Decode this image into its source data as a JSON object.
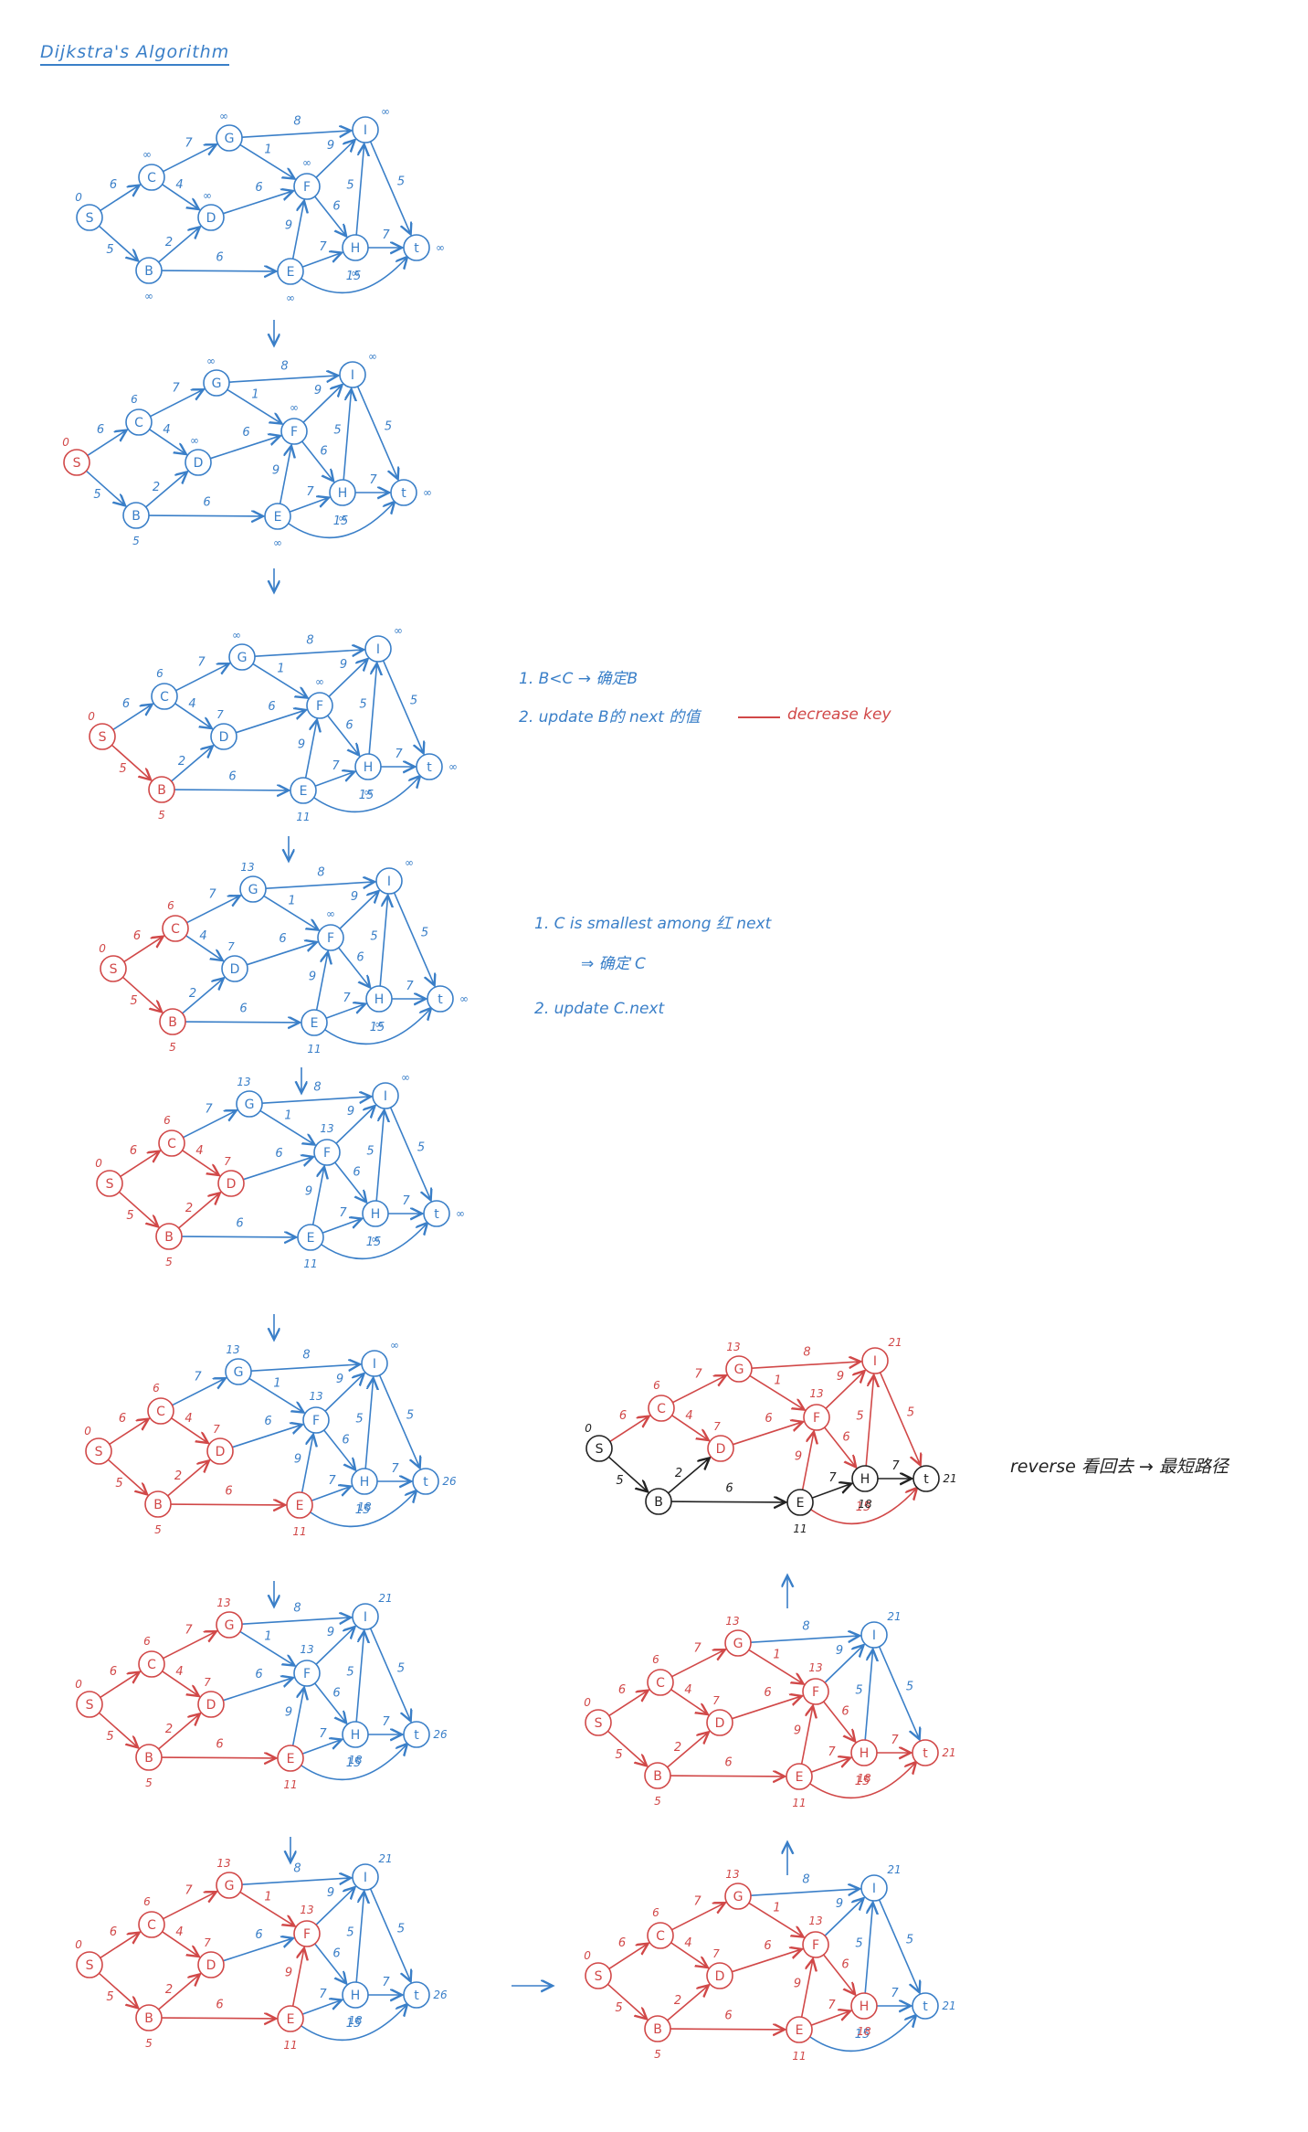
{
  "title": "Dijkstra's Algorithm",
  "colors": {
    "blue": "#3a7fc8",
    "red": "#d14848",
    "black": "#222222"
  },
  "labels": {
    "S": "S",
    "B": "B",
    "C": "C",
    "D": "D",
    "E": "E",
    "F": "F",
    "G": "G",
    "H": "H",
    "I": "I",
    "t": "t"
  },
  "edges": [
    {
      "from": "S",
      "to": "C",
      "w": "6"
    },
    {
      "from": "S",
      "to": "B",
      "w": "5"
    },
    {
      "from": "C",
      "to": "G",
      "w": "7"
    },
    {
      "from": "C",
      "to": "D",
      "w": "4"
    },
    {
      "from": "B",
      "to": "D",
      "w": "2"
    },
    {
      "from": "B",
      "to": "E",
      "w": "6"
    },
    {
      "from": "D",
      "to": "F",
      "w": "6"
    },
    {
      "from": "G",
      "to": "F",
      "w": "1"
    },
    {
      "from": "G",
      "to": "I",
      "w": "8"
    },
    {
      "from": "E",
      "to": "F",
      "w": "9"
    },
    {
      "from": "E",
      "to": "H",
      "w": "7"
    },
    {
      "from": "E",
      "to": "t",
      "w": "15"
    },
    {
      "from": "F",
      "to": "I",
      "w": "9"
    },
    {
      "from": "F",
      "to": "H",
      "w": "6"
    },
    {
      "from": "H",
      "to": "I",
      "w": "5"
    },
    {
      "from": "H",
      "to": "t",
      "w": "7"
    },
    {
      "from": "I",
      "to": "t",
      "w": "5"
    }
  ],
  "steps": [
    {
      "id": "step-1",
      "red_nodes": [],
      "red_edges": [],
      "black_nodes": [],
      "black_edges": [],
      "dist": {
        "S": "0",
        "C": "∞",
        "B": "∞",
        "G": "∞",
        "D": "∞",
        "E": "∞",
        "F": "∞",
        "H": "∞",
        "I": "∞",
        "t": "∞"
      }
    },
    {
      "id": "step-2",
      "red_nodes": [
        "S"
      ],
      "red_edges": [],
      "black_nodes": [],
      "black_edges": [],
      "dist": {
        "S": "0",
        "C": "6",
        "B": "5",
        "G": "∞",
        "D": "∞",
        "E": "∞",
        "F": "∞",
        "H": "∞",
        "I": "∞",
        "t": "∞"
      }
    },
    {
      "id": "step-3",
      "red_nodes": [
        "S",
        "B"
      ],
      "red_edges": [
        "S-B"
      ],
      "black_nodes": [],
      "black_edges": [],
      "dist": {
        "S": "0",
        "C": "6",
        "B": "5",
        "G": "∞",
        "D": "7",
        "E": "11",
        "F": "∞",
        "H": "∞",
        "I": "∞",
        "t": "∞"
      }
    },
    {
      "id": "step-4",
      "red_nodes": [
        "S",
        "B",
        "C"
      ],
      "red_edges": [
        "S-B",
        "S-C"
      ],
      "black_nodes": [],
      "black_edges": [],
      "dist": {
        "S": "0",
        "C": "6",
        "B": "5",
        "G": "13",
        "D": "7",
        "E": "11",
        "F": "∞",
        "H": "∞",
        "I": "∞",
        "t": "∞"
      }
    },
    {
      "id": "step-5",
      "red_nodes": [
        "S",
        "B",
        "C",
        "D"
      ],
      "red_edges": [
        "S-B",
        "S-C",
        "C-D",
        "B-D"
      ],
      "black_nodes": [],
      "black_edges": [],
      "dist": {
        "S": "0",
        "C": "6",
        "B": "5",
        "G": "13",
        "D": "7",
        "E": "11",
        "F": "13",
        "H": "∞",
        "I": "∞",
        "t": "∞"
      }
    },
    {
      "id": "step-6",
      "red_nodes": [
        "S",
        "B",
        "C",
        "D",
        "E"
      ],
      "red_edges": [
        "S-B",
        "S-C",
        "C-D",
        "B-D",
        "B-E"
      ],
      "black_nodes": [],
      "black_edges": [],
      "dist": {
        "S": "0",
        "C": "6",
        "B": "5",
        "G": "13",
        "D": "7",
        "E": "11",
        "F": "13",
        "H": "18",
        "I": "∞",
        "t": "26"
      }
    },
    {
      "id": "step-7",
      "red_nodes": [
        "S",
        "B",
        "C",
        "D",
        "E",
        "G"
      ],
      "red_edges": [
        "S-B",
        "S-C",
        "C-D",
        "B-D",
        "B-E",
        "C-G"
      ],
      "black_nodes": [],
      "black_edges": [],
      "dist": {
        "S": "0",
        "C": "6",
        "B": "5",
        "G": "13",
        "D": "7",
        "E": "11",
        "F": "13",
        "H": "18",
        "I": "21",
        "t": "26"
      }
    },
    {
      "id": "step-8",
      "red_nodes": [
        "S",
        "B",
        "C",
        "D",
        "E",
        "G",
        "F"
      ],
      "red_edges": [
        "S-B",
        "S-C",
        "C-D",
        "B-D",
        "B-E",
        "C-G",
        "G-F",
        "E-F"
      ],
      "black_nodes": [],
      "black_edges": [],
      "dist": {
        "S": "0",
        "C": "6",
        "B": "5",
        "G": "13",
        "D": "7",
        "E": "11",
        "F": "13",
        "H": "18",
        "I": "21",
        "t": "26"
      }
    },
    {
      "id": "step-9",
      "red_nodes": [
        "S",
        "B",
        "C",
        "D",
        "E",
        "G",
        "F",
        "H"
      ],
      "red_edges": [
        "S-B",
        "S-C",
        "C-D",
        "B-D",
        "B-E",
        "C-G",
        "G-F",
        "E-F",
        "D-F",
        "E-H",
        "F-H"
      ],
      "black_nodes": [],
      "black_edges": [],
      "dist": {
        "S": "0",
        "C": "6",
        "B": "5",
        "G": "13",
        "D": "7",
        "E": "11",
        "F": "13",
        "H": "18",
        "I": "21",
        "t": "21"
      }
    },
    {
      "id": "step-10",
      "red_nodes": [
        "S",
        "B",
        "C",
        "D",
        "E",
        "G",
        "F",
        "H",
        "t"
      ],
      "red_edges": [
        "S-B",
        "S-C",
        "C-D",
        "B-D",
        "B-E",
        "C-G",
        "G-F",
        "E-F",
        "D-F",
        "E-H",
        "F-H",
        "H-t",
        "E-t"
      ],
      "black_nodes": [],
      "black_edges": [],
      "dist": {
        "S": "0",
        "C": "6",
        "B": "5",
        "G": "13",
        "D": "7",
        "E": "11",
        "F": "13",
        "H": "18",
        "I": "21",
        "t": "21"
      }
    },
    {
      "id": "step-11",
      "red_nodes": [
        "C",
        "D",
        "F",
        "G",
        "I"
      ],
      "red_edges": [
        "S-C",
        "C-G",
        "C-D",
        "D-F",
        "G-F",
        "G-I",
        "F-I",
        "I-t",
        "E-F",
        "F-H",
        "H-I",
        "E-t"
      ],
      "black_nodes": [
        "S",
        "B",
        "E",
        "H",
        "t"
      ],
      "black_edges": [
        "S-B",
        "B-D",
        "B-E",
        "E-H",
        "H-t"
      ],
      "dist": {
        "S": "0",
        "C": "6",
        "B": "",
        "G": "13",
        "D": "7",
        "E": "11",
        "F": "13",
        "H": "18",
        "I": "21",
        "t": "21"
      }
    }
  ],
  "notes": {
    "n1a": "1. B<C → 确定B",
    "n1b": "2. update B的 next 的值",
    "n1c": "decrease key",
    "n2a": "1. C is smallest among 红 next",
    "n2b": "⇒ 确定 C",
    "n2c": "2. update C.next",
    "n3": "reverse 看回去 → 最短路径"
  }
}
